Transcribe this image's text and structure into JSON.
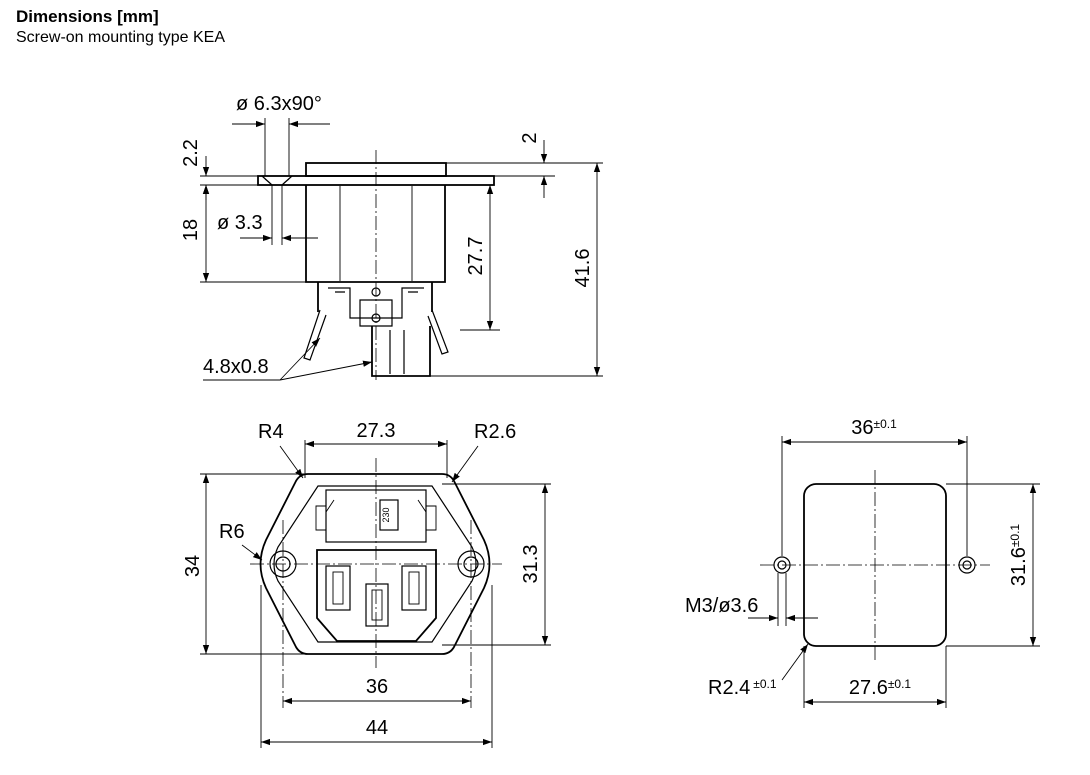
{
  "header": {
    "title": "Dimensions [mm]",
    "subtitle": "Screw-on mounting type KEA"
  },
  "side_view": {
    "hole_chamfer": "ø 6.3x90°",
    "flange_thickness": "2.2",
    "flange_top": "2",
    "hole_diameter": "ø 3.3",
    "flange_to_bottom": "18",
    "body_depth": "27.7",
    "total_depth": "41.6",
    "tab_size": "4.8x0.8"
  },
  "front_view": {
    "corner_radius_top_left": "R4",
    "inner_width": "27.3",
    "corner_radius_top_right": "R2.6",
    "corner_radius_side": "R6",
    "overall_height": "34",
    "inner_height": "31.3",
    "hole_spacing": "36",
    "overall_width": "44",
    "fuse_label": "230"
  },
  "cutout": {
    "hole_spacing": "36",
    "hole_spacing_tol": "±0.1",
    "cutout_height": "31.6",
    "cutout_height_tol": "±0.1",
    "thread": "M3/ø3.6",
    "corner_radius": "R2.4",
    "corner_radius_tol": "±0.1",
    "cutout_width": "27.6",
    "cutout_width_tol": "±0.1"
  }
}
